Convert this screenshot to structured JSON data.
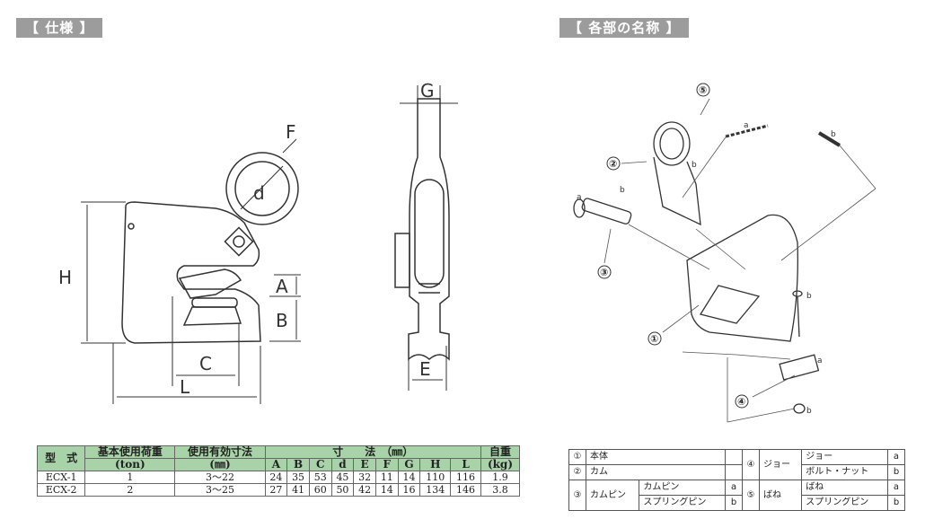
{
  "titles": {
    "spec": "【 仕様 】",
    "parts": "【 各部の名称 】"
  },
  "drawing": {
    "labels": {
      "F": "F",
      "d": "d",
      "H": "H",
      "A": "A",
      "B": "B",
      "C": "C",
      "L": "L",
      "G": "G",
      "E": "E"
    },
    "callouts": {
      "c1": "①",
      "c2": "②",
      "c3": "③",
      "c4": "④",
      "c5": "⑤"
    },
    "sub": {
      "a": "a",
      "b": "b"
    }
  },
  "spec_table": {
    "h_model": "型　式",
    "h_load": "基本使用荷重",
    "h_load_unit": "(ton)",
    "h_range": "使用有効寸法",
    "h_range_unit": "(㎜)",
    "h_dims": "寸　　法　（㎜）",
    "h_weight": "自重",
    "h_weight_unit": "(kg)",
    "dim_cols": [
      "A",
      "B",
      "C",
      "d",
      "E",
      "F",
      "G",
      "H",
      "L"
    ],
    "rows": [
      {
        "model": "ECX-1",
        "load": "1",
        "range": "3～22",
        "dims": [
          "24",
          "35",
          "53",
          "45",
          "32",
          "11",
          "14",
          "110",
          "116"
        ],
        "weight": "1.9"
      },
      {
        "model": "ECX-2",
        "load": "2",
        "range": "3～25",
        "dims": [
          "27",
          "41",
          "60",
          "50",
          "42",
          "14",
          "16",
          "134",
          "146"
        ],
        "weight": "3.8"
      }
    ]
  },
  "parts_table": {
    "p1_num": "①",
    "p1_name": "本体",
    "p2_num": "②",
    "p2_name": "カム",
    "p3_num": "③",
    "p3_name": "カムピン",
    "p3a": "カムピン",
    "p3a_key": "a",
    "p3b": "スプリングピン",
    "p3b_key": "b",
    "p4_num": "④",
    "p4_name": "ジョー",
    "p4a": "ジョー",
    "p4a_key": "a",
    "p4b": "ボルト・ナット",
    "p4b_key": "b",
    "p5_num": "⑤",
    "p5_name": "ばね",
    "p5a": "ばね",
    "p5a_key": "a",
    "p5b": "スプリングピン",
    "p5b_key": "b"
  }
}
